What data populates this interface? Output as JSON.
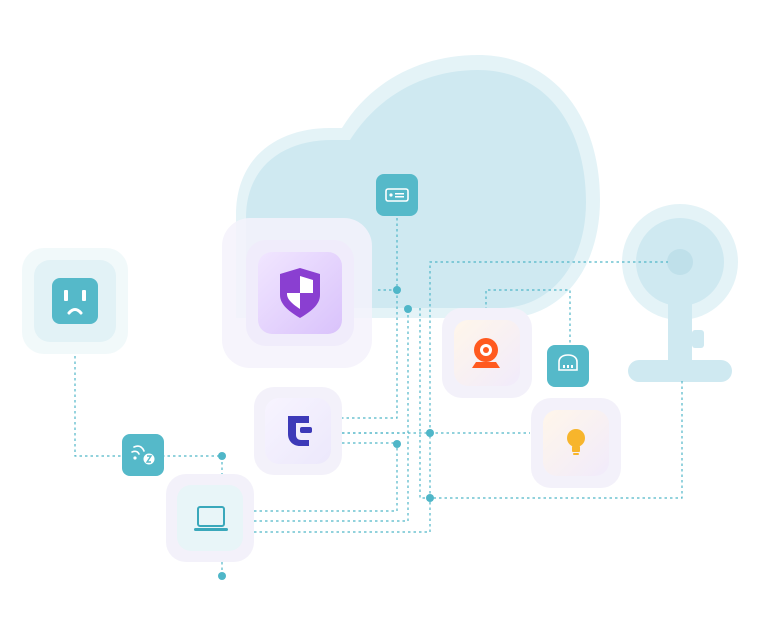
{
  "colors": {
    "accent_teal": "#4fb6c8",
    "cloud": "#cfe9f1",
    "shield_purple": "#8a3fd1",
    "camera_orange": "#ff5a1f",
    "bulb_yellow": "#f7b52c",
    "lock_blue": "#3d3ab8"
  },
  "nodes": [
    {
      "id": "smart-plug",
      "icon": "outlet-icon"
    },
    {
      "id": "security-shield",
      "icon": "shield-icon"
    },
    {
      "id": "smart-lock",
      "icon": "lock-icon"
    },
    {
      "id": "laptop",
      "icon": "laptop-icon"
    },
    {
      "id": "ip-camera",
      "icon": "webcam-icon"
    },
    {
      "id": "smart-bulb",
      "icon": "bulb-icon"
    },
    {
      "id": "wifi-module",
      "icon": "wifi-chip-icon"
    },
    {
      "id": "zigbee-hub",
      "icon": "wireless-signal-icon"
    },
    {
      "id": "gateway",
      "icon": "router-icon"
    },
    {
      "id": "security-camera",
      "icon": "security-camera-icon"
    }
  ]
}
